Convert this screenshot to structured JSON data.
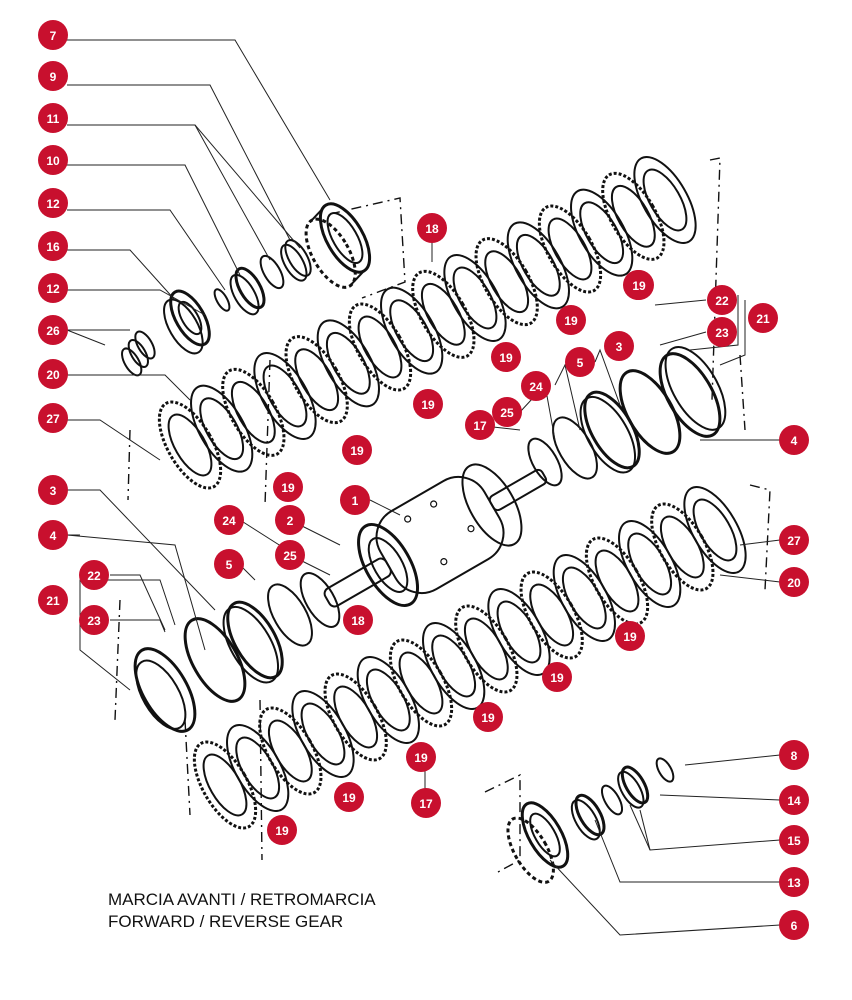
{
  "caption": {
    "line1": "MARCIA AVANTI / RETROMARCIA",
    "line2": "FORWARD / REVERSE GEAR"
  },
  "badge_color": "#c8102e",
  "callouts": [
    "7",
    "9",
    "11",
    "10",
    "12",
    "16",
    "12",
    "26",
    "20",
    "27",
    "3",
    "4",
    "21",
    "22",
    "23",
    "5",
    "24",
    "2",
    "25",
    "18",
    "1",
    "17",
    "19",
    "22",
    "23",
    "21",
    "3",
    "5",
    "24",
    "25",
    "17",
    "4",
    "27",
    "20",
    "19",
    "8",
    "14",
    "15",
    "13",
    "6"
  ]
}
